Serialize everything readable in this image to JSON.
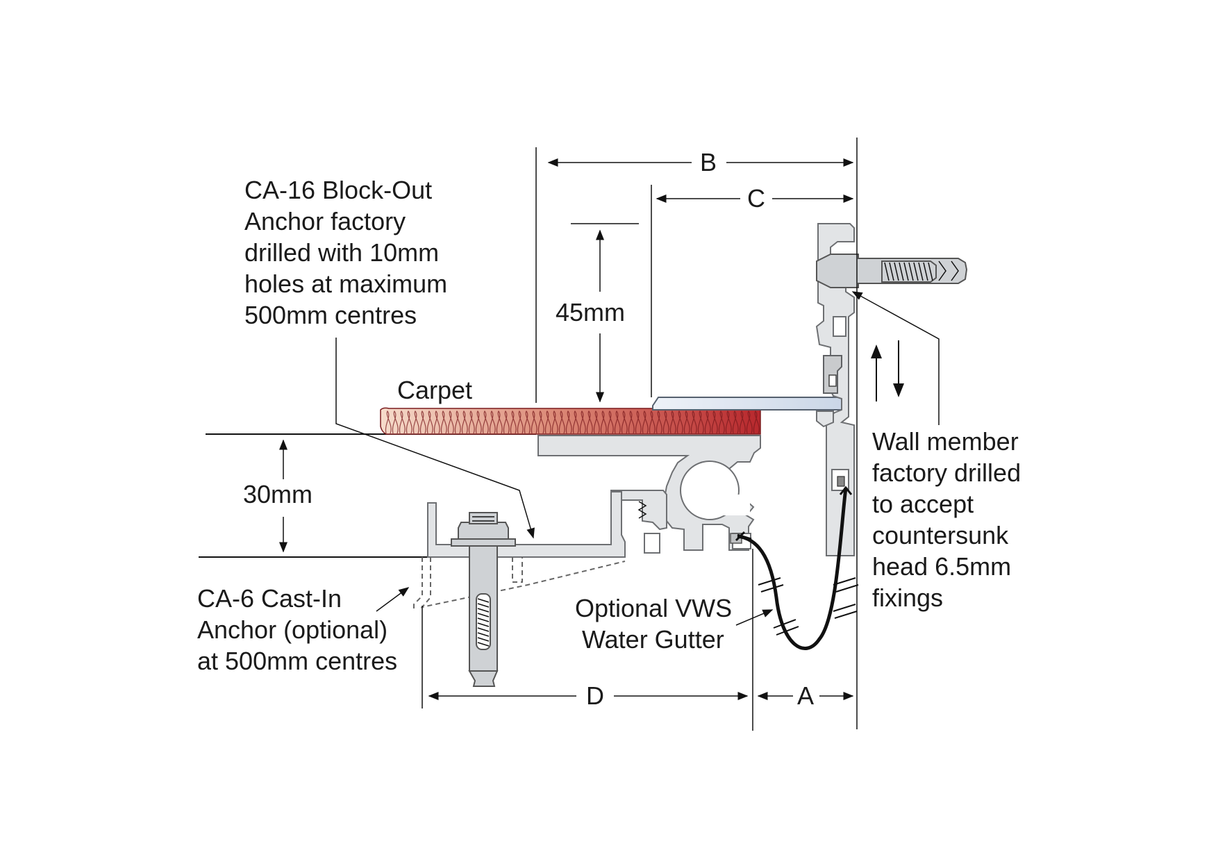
{
  "labels": {
    "block_out_anchor": [
      "CA-16 Block-Out",
      "Anchor factory",
      "drilled with 10mm",
      "holes at maximum",
      "500mm centres"
    ],
    "carpet": "Carpet",
    "cast_in_anchor": [
      "CA-6 Cast-In",
      "Anchor (optional)",
      "at 500mm centres"
    ],
    "water_gutter": [
      "Optional VWS",
      "Water Gutter"
    ],
    "wall_member": [
      "Wall member",
      "factory drilled",
      "to accept",
      "countersunk",
      "head 6.5mm",
      "fixings"
    ]
  },
  "dimensions": {
    "A": "A",
    "B": "B",
    "C": "C",
    "D": "D",
    "height_45": "45mm",
    "height_30": "30mm"
  },
  "colors": {
    "carpet_light": "#f3cdb8",
    "carpet_dark": "#b8282d",
    "aluminium": "#e2e4e6",
    "cover_plate": "#dde6f2",
    "line": "#111111"
  }
}
